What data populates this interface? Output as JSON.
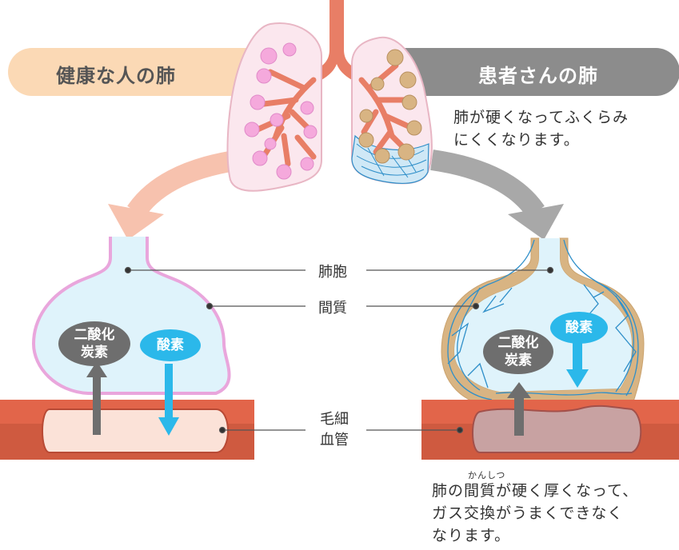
{
  "healthy": {
    "banner": "健康な人の肺",
    "co2_label": "二酸化\n炭素",
    "o2_label": "酸素"
  },
  "patient": {
    "banner": "患者さんの肺",
    "note_lung": "肺が硬くなってふくらみ\nにくくなります。",
    "ruby": "かんしつ",
    "note_interstitium": "肺の間質が硬く厚くなって、\nガス交換がうまくできなく\nなります。",
    "co2_label": "二酸化\n炭素",
    "o2_label": "酸素"
  },
  "labels": {
    "alveolus": "肺胞",
    "interstitium": "間質",
    "capillary": "毛細\n血管"
  },
  "colors": {
    "healthy_banner": "#fbd9b5",
    "patient_banner": "#8a8a8a",
    "trachea": "#e87e66",
    "alveolus_fill": "#dff3fb",
    "alveolus_edge_healthy": "#e9a6dc",
    "interstitium_thick": "#d8b483",
    "fibrosis": "#2f8fc9",
    "vessel": "#cf5a40",
    "co2": "#6e6e6e",
    "o2": "#2bb8ea"
  }
}
